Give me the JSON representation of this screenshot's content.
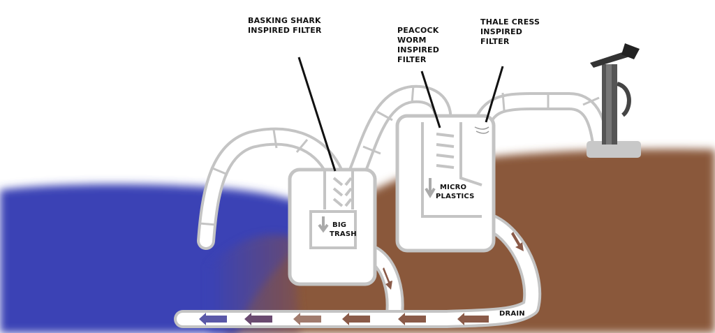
{
  "labels": {
    "basking_shark": [
      "BASKING SHARK",
      "INSPIRED FILTER"
    ],
    "peacock_worm": [
      "PEACOCK",
      "WORM",
      "INSPIRED",
      "FILTER"
    ],
    "thale_cress": [
      "THALE CRESS",
      "INSPIRED",
      "FILTER"
    ],
    "big_trash": [
      "BIG",
      "TRASH"
    ],
    "micro_plastics": [
      "MICRO",
      "PLASTICS"
    ],
    "drain": "DRAIN"
  },
  "colors": {
    "water": "#3a42b5",
    "ground": "#8a583a",
    "pipe_outline": "#c4c4c4",
    "pipe_fill": "#ffffff",
    "arrow": "#8a5a48",
    "pump": "#555555"
  }
}
